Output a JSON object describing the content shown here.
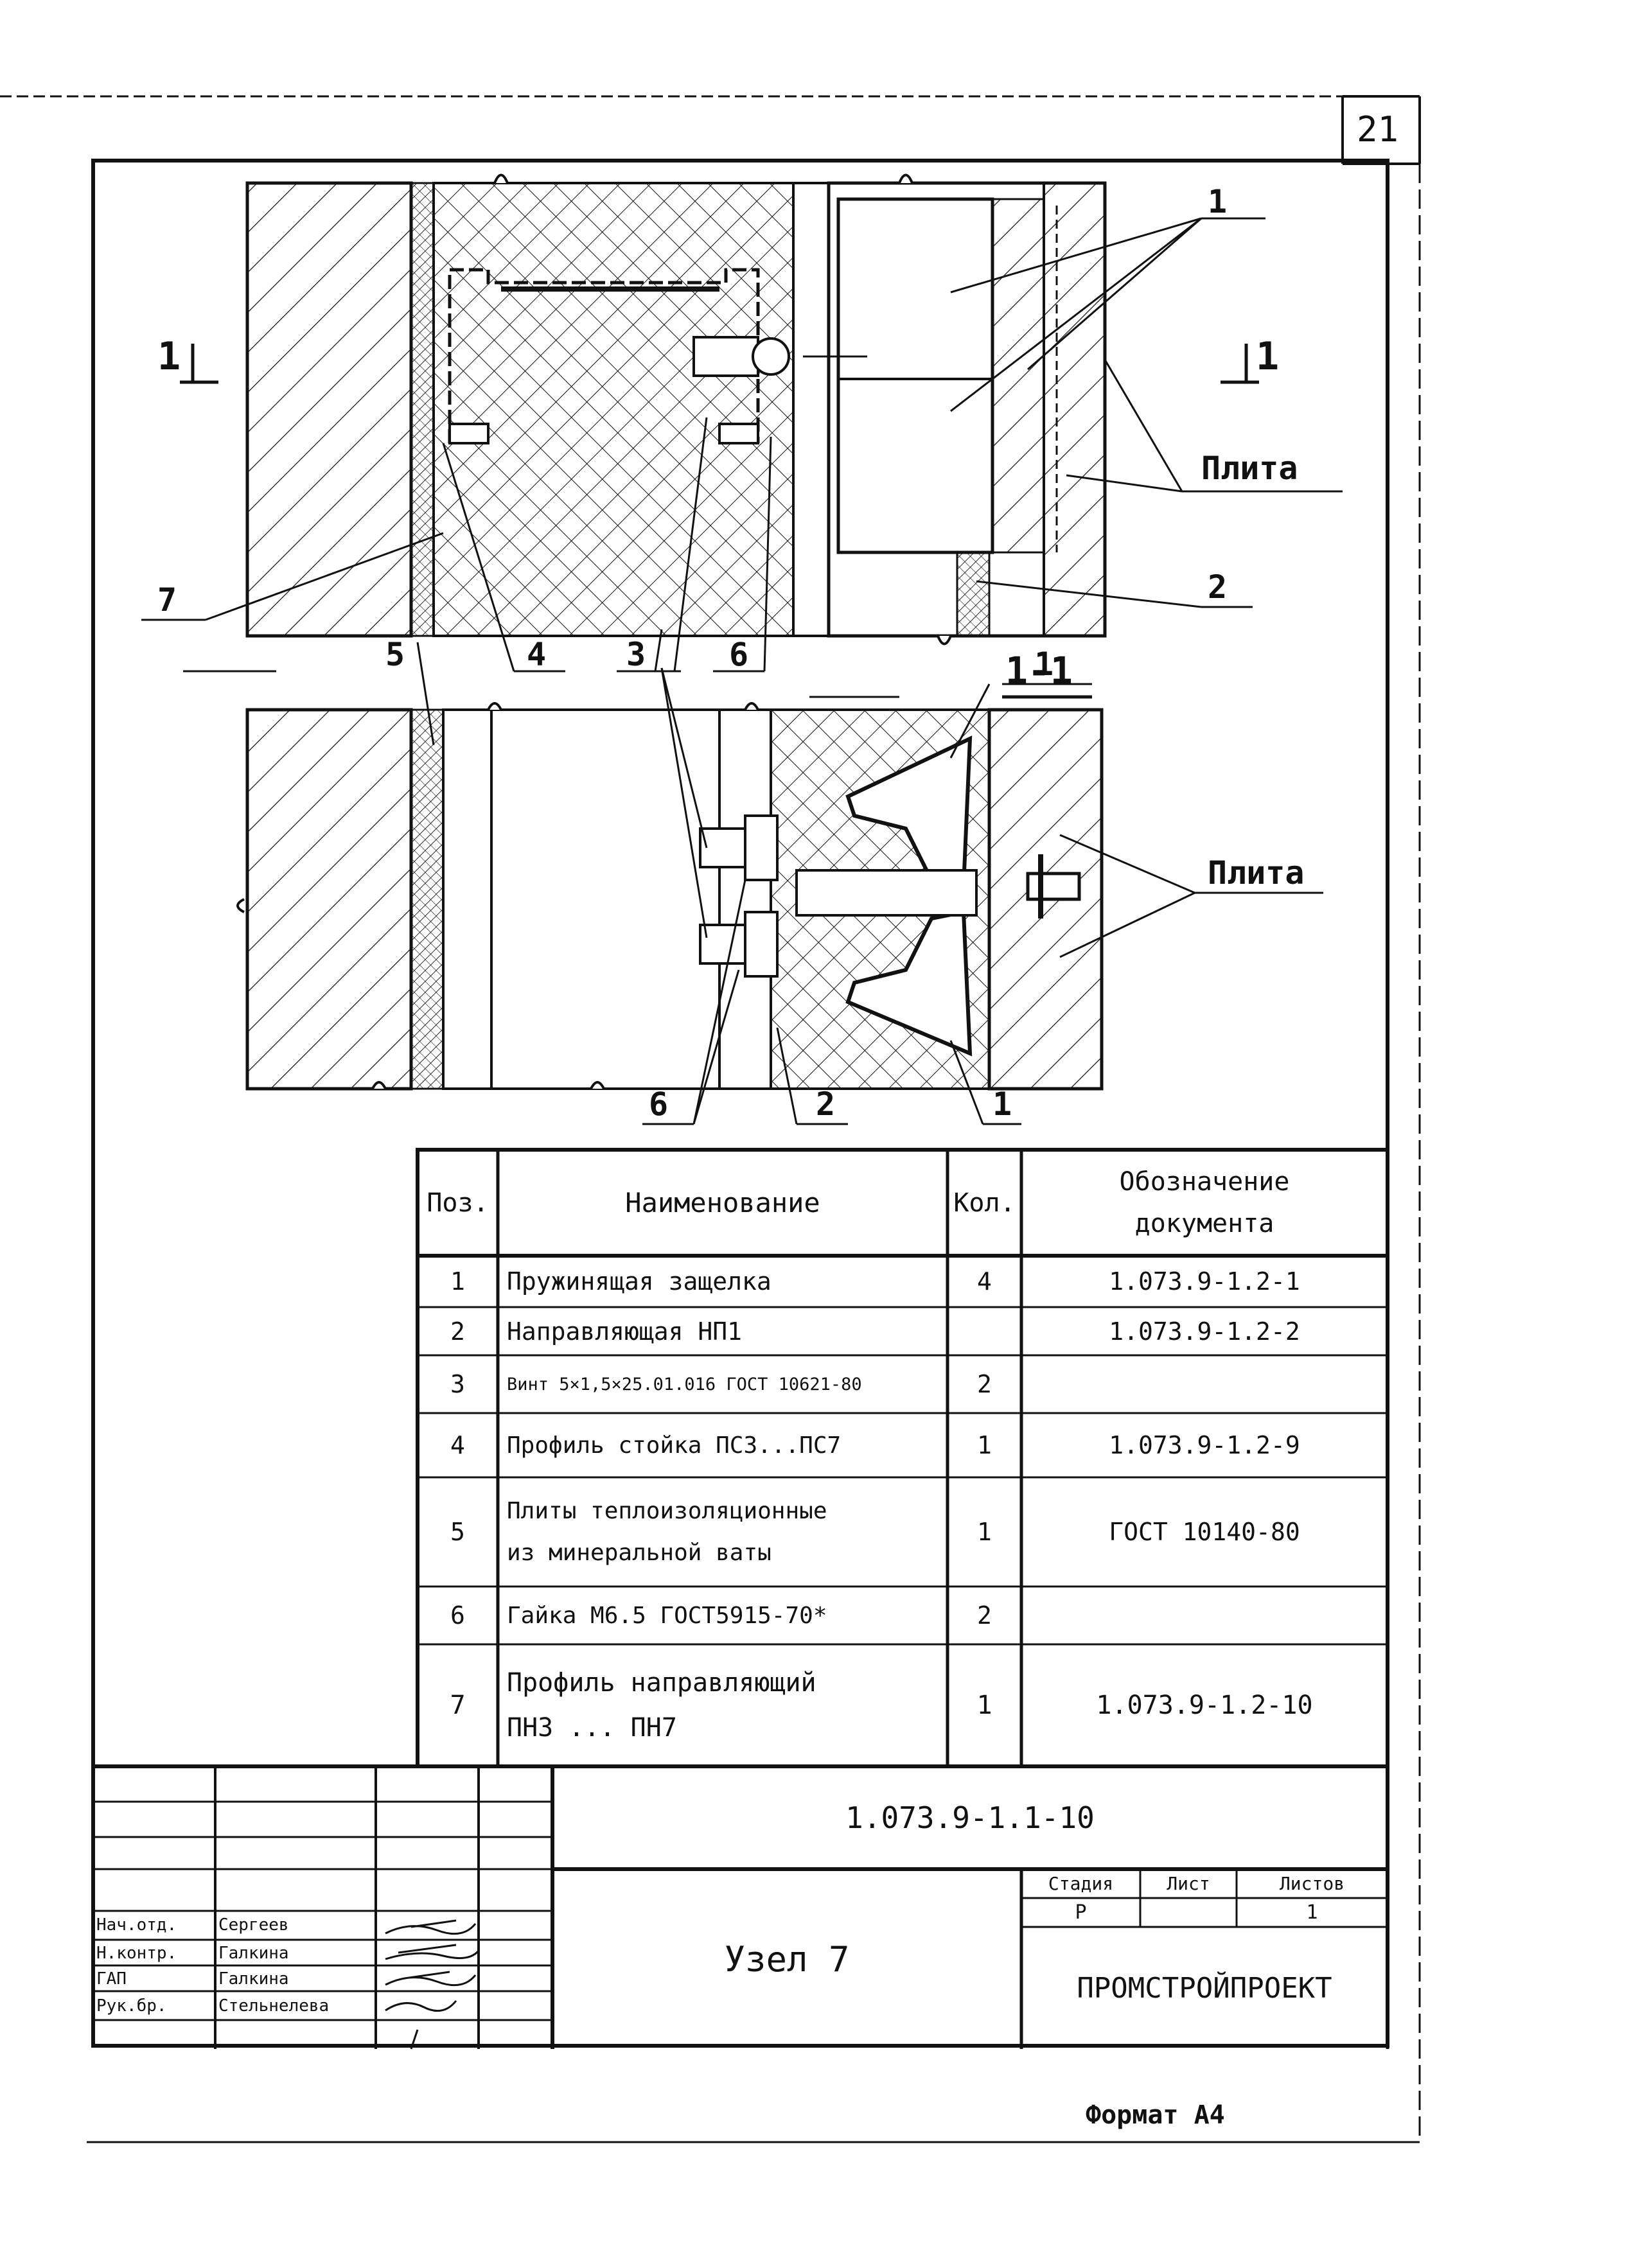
{
  "sheet_number": "21",
  "section_marks": {
    "left": "1",
    "right": "1",
    "section_title": "1-1"
  },
  "callouts": {
    "top": {
      "plate_label": "Плита",
      "pos1": "1",
      "pos2": "2",
      "pos7": "7",
      "pos5": "5",
      "pos4": "4",
      "pos3": "3",
      "pos6": "6"
    },
    "bottom": {
      "plate_label": "Плита",
      "pos1_top": "1",
      "pos1_bottom": "1",
      "pos2": "2",
      "pos6": "6"
    }
  },
  "spec_table": {
    "headers": {
      "pos": "Поз.",
      "name": "Наименование",
      "qty": "Кол.",
      "doc_line1": "Обозначение",
      "doc_line2": "документа"
    },
    "rows": [
      {
        "pos": "1",
        "name": "Пружинящая защелка",
        "qty": "4",
        "doc": "1.073.9-1.2-1"
      },
      {
        "pos": "2",
        "name": "Направляющая НП1",
        "qty": "",
        "doc": "1.073.9-1.2-2"
      },
      {
        "pos": "3",
        "name": "Винт 5×1,5×25.01.016 ГОСТ 10621-80",
        "qty": "2",
        "doc": ""
      },
      {
        "pos": "4",
        "name": "Профиль стойка ПС3...ПС7",
        "qty": "1",
        "doc": "1.073.9-1.2-9"
      },
      {
        "pos": "5",
        "name_line1": "Плиты теплоизоляционные",
        "name_line2": "из минеральной ваты",
        "qty": "1",
        "doc": "ГОСТ 10140-80"
      },
      {
        "pos": "6",
        "name": "Гайка М6.5 ГОСТ5915-70*",
        "qty": "2",
        "doc": ""
      },
      {
        "pos": "7",
        "name_line1": "Профиль направляющий",
        "name_line2": "ПН3 ... ПН7",
        "qty": "1",
        "doc": "1.073.9-1.2-10"
      }
    ]
  },
  "title_block": {
    "designation": "1.073.9-1.1-10",
    "node_title": "Узел 7",
    "stage_label": "Стадия",
    "sheet_label": "Лист",
    "sheets_label": "Листов",
    "stage_value": "Р",
    "sheet_value": "",
    "sheets_value": "1",
    "organization": "ПРОМСТРОЙПРОЕКТ",
    "signatures": [
      {
        "role": "Нач.отд.",
        "name": "Сергеев"
      },
      {
        "role": "Н.контр.",
        "name": "Галкина"
      },
      {
        "role": "ГАП",
        "name": "Галкина"
      },
      {
        "role": "Рук.бр.",
        "name": "Стельнелева"
      }
    ]
  },
  "format_label": "Формат А4",
  "colors": {
    "ink": "#111111",
    "paper": "#ffffff"
  }
}
